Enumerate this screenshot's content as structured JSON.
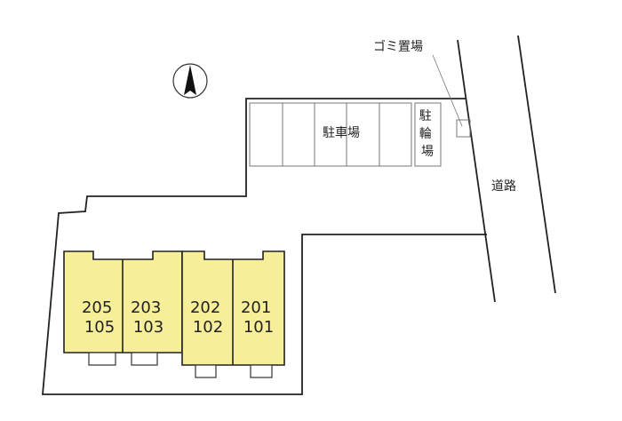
{
  "labels": {
    "trash": "ゴミ置場",
    "parking": "駐車場",
    "bicycle_parking": [
      "駐",
      "輪",
      "場"
    ],
    "road": "道路"
  },
  "units": [
    {
      "upper": "205",
      "lower": "105"
    },
    {
      "upper": "203",
      "lower": "103"
    },
    {
      "upper": "202",
      "lower": "102"
    },
    {
      "upper": "201",
      "lower": "101"
    }
  ],
  "colors": {
    "building": "#f7ee9a",
    "line": "#222222"
  }
}
